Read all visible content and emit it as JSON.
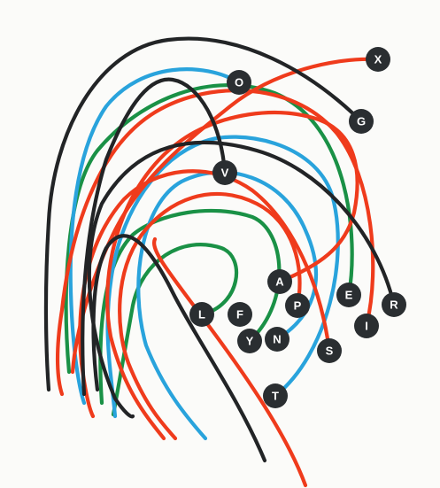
{
  "colors": {
    "background": "#fbfbf9",
    "red": "#ef3b1c",
    "blue": "#29a3dc",
    "green": "#1a9146",
    "black": "#222426",
    "node": "#2a2e31",
    "node_text": "#ffffff"
  },
  "nodes": [
    {
      "id": "x",
      "label": "X"
    },
    {
      "id": "o",
      "label": "O"
    },
    {
      "id": "g",
      "label": "G"
    },
    {
      "id": "v",
      "label": "V"
    },
    {
      "id": "a",
      "label": "A"
    },
    {
      "id": "p",
      "label": "P"
    },
    {
      "id": "e",
      "label": "E"
    },
    {
      "id": "r",
      "label": "R"
    },
    {
      "id": "l",
      "label": "L"
    },
    {
      "id": "f",
      "label": "F"
    },
    {
      "id": "i",
      "label": "I"
    },
    {
      "id": "y",
      "label": "Y"
    },
    {
      "id": "n",
      "label": "N"
    },
    {
      "id": "s",
      "label": "S"
    },
    {
      "id": "t",
      "label": "T"
    }
  ]
}
